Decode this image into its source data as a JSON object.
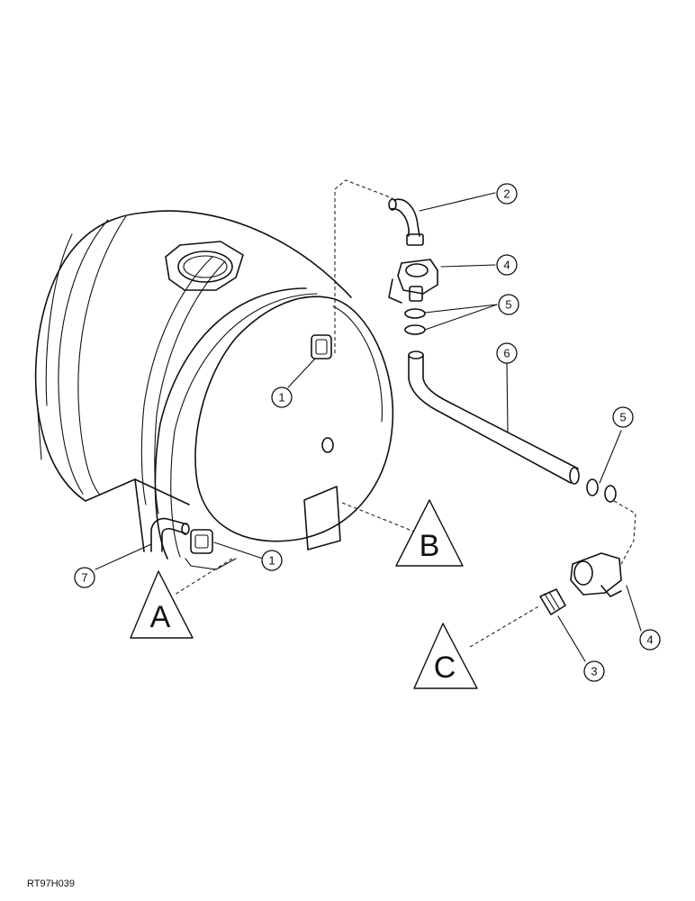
{
  "callouts": {
    "c1a": "1",
    "c1b": "1",
    "c2": "2",
    "c3": "3",
    "c4a": "4",
    "c4b": "4",
    "c5a": "5",
    "c5b": "5",
    "c6": "6",
    "c7": "7"
  },
  "references": {
    "a": "A",
    "b": "B",
    "c": "C"
  },
  "figure_code": "RT97H039"
}
